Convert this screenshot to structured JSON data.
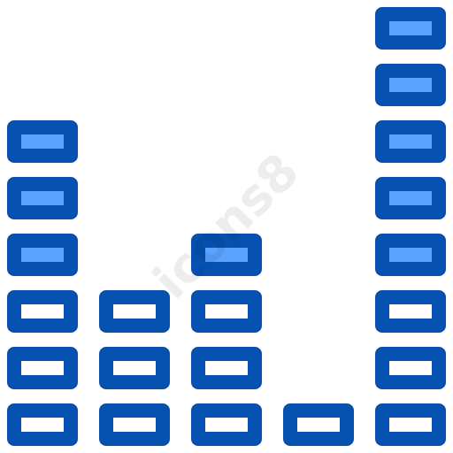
{
  "icon": {
    "name": "equalizer-icon",
    "watermark_text": "icons8",
    "colors": {
      "outline": "#0650b0",
      "fill_active": "#5aa4ff",
      "fill_inactive": "#ffffff",
      "background": "#ffffff"
    },
    "columns": [
      {
        "level": 6,
        "active_from": 3
      },
      {
        "level": 3,
        "active_from": 3
      },
      {
        "level": 4,
        "active_from": 3
      },
      {
        "level": 1,
        "active_from": 3
      },
      {
        "level": 8,
        "active_from": 3
      }
    ]
  }
}
